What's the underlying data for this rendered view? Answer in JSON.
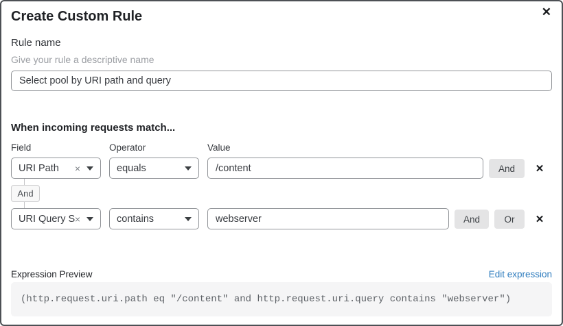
{
  "dialog": {
    "title": "Create Custom Rule",
    "close_icon": "✕"
  },
  "rule_name": {
    "label": "Rule name",
    "hint": "Give your rule a descriptive name",
    "value": "Select pool by URI path and query"
  },
  "match": {
    "heading": "When incoming requests match...",
    "columns": {
      "field": "Field",
      "operator": "Operator",
      "value": "Value"
    },
    "clear_icon": "×",
    "remove_icon": "✕",
    "connector": "And",
    "conditions": [
      {
        "field": "URI Path",
        "operator": "equals",
        "value": "/content",
        "and_label": "And"
      },
      {
        "field": "URI Query St...",
        "operator": "contains",
        "value": "webserver",
        "and_label": "And",
        "or_label": "Or"
      }
    ]
  },
  "expression": {
    "label": "Expression Preview",
    "edit_link": "Edit expression",
    "code": "(http.request.uri.path eq \"/content\" and http.request.uri.query contains \"webserver\")"
  },
  "colors": {
    "link_blue": "#2e7cbe",
    "pill_gray": "#e4e4e5",
    "code_bg": "#f5f5f6"
  }
}
